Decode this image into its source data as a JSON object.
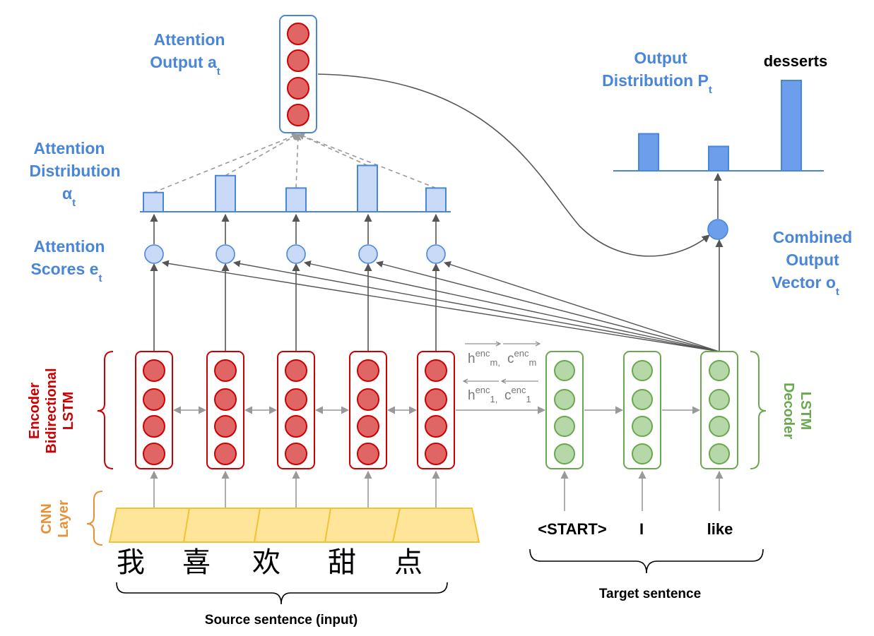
{
  "labels": {
    "attention_output_line1": "Attention",
    "attention_output_line2": "Output a",
    "attention_output_sub": "t",
    "output_dist_line1": "Output",
    "output_dist_line2": "Distribution P",
    "output_dist_sub": "t",
    "predicted_word": "desserts",
    "attention_dist_line1": "Attention",
    "attention_dist_line2": "Distribution",
    "attention_dist_symbol": "α",
    "attention_dist_sub": "t",
    "attention_scores_line1": "Attention",
    "attention_scores_line2": "Scores e",
    "attention_scores_sub": "t",
    "combined_line1": "Combined",
    "combined_line2": "Output",
    "combined_line3": "Vector o",
    "combined_sub": "t",
    "encoder_line1": "Encoder",
    "encoder_line2": "Bidirectional",
    "encoder_line3": "LSTM",
    "decoder_line1": "Decoder",
    "decoder_line2": "LSTM",
    "cnn_line1": "CNN",
    "cnn_line2": "Layer",
    "source_caption": "Source sentence (input)",
    "target_caption": "Target sentence"
  },
  "handoff": {
    "h_m": "h",
    "h_m_sup": "enc",
    "h_m_sub": "m,",
    "c_m": "c",
    "c_m_sup": "enc",
    "c_m_sub": "m",
    "h_1": "h",
    "h_1_sup": "enc",
    "h_1_sub": "1,",
    "c_1": "c",
    "c_1_sup": "enc",
    "c_1_sub": "1"
  },
  "source_tokens": [
    "我",
    "喜",
    "欢",
    "甜",
    "点"
  ],
  "target_tokens": [
    "<START>",
    "I",
    "like"
  ],
  "attention_distribution": [
    0.17,
    0.32,
    0.21,
    0.41,
    0.21
  ],
  "output_distribution": [
    0.41,
    0.27,
    1.0
  ],
  "colors": {
    "encoder_red": "#cc0000",
    "encoder_fill": "#e06666",
    "decoder_green": "#6aa84f",
    "decoder_fill": "#b6d7a8",
    "attention_blue": "#4a86d8",
    "attention_fill": "#c9daf8",
    "output_bar_fill": "#6d9eeb",
    "cnn_fill": "#ffe599",
    "cnn_stroke": "#f1c232",
    "arrow_gray": "#999999"
  }
}
